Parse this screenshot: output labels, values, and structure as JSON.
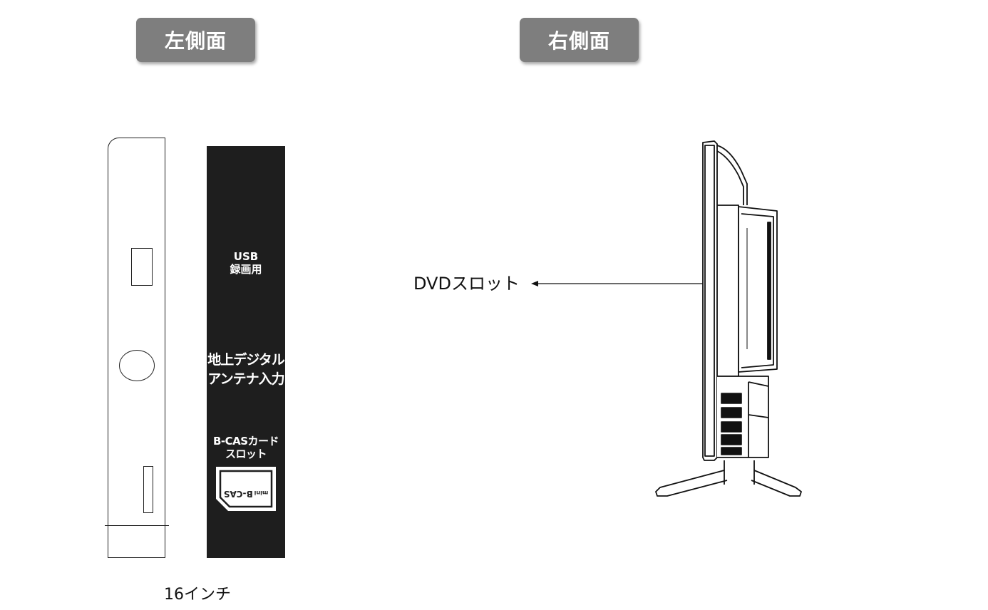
{
  "left_section": {
    "title": "左側面",
    "labels": {
      "usb_line1": "USB",
      "usb_line2": "録画用",
      "antenna_line1": "地上デジタル",
      "antenna_line2": "アンテナ入力",
      "bcas_line1": "B-CASカード",
      "bcas_line2": "スロット",
      "card_mini": "mini",
      "card_name": "B-CAS"
    },
    "size_caption": "16インチ"
  },
  "right_section": {
    "title": "右側面",
    "dvd_label": "DVDスロット"
  },
  "colors": {
    "badge_bg": "#7e7e7e",
    "strip_bg": "#1e1e1e",
    "line": "#222222"
  }
}
